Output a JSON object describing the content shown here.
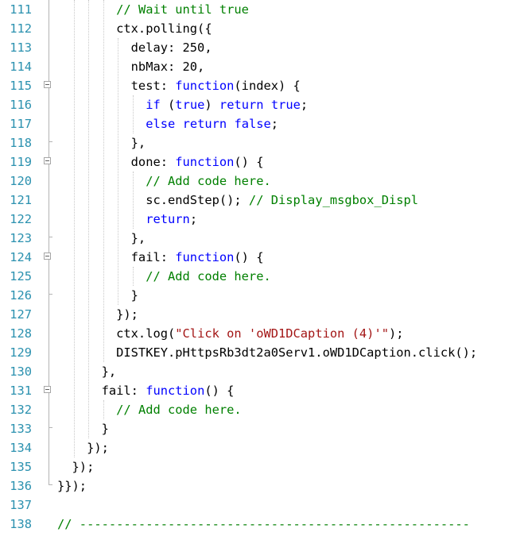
{
  "editor": {
    "colors": {
      "line_number": "#2B91AF",
      "keyword": "#0000FF",
      "comment": "#008000",
      "string": "#A31515",
      "default": "#000000"
    },
    "lines": [
      {
        "n": "111",
        "fold": false,
        "tokens": [
          {
            "t": "        ",
            "k": "p"
          },
          {
            "t": "// Wait until true",
            "k": "c"
          }
        ]
      },
      {
        "n": "112",
        "fold": false,
        "tokens": [
          {
            "t": "        ctx.polling({",
            "k": "p"
          }
        ]
      },
      {
        "n": "113",
        "fold": false,
        "tokens": [
          {
            "t": "          delay: 250,",
            "k": "p"
          }
        ]
      },
      {
        "n": "114",
        "fold": false,
        "tokens": [
          {
            "t": "          nbMax: 20,",
            "k": "p"
          }
        ]
      },
      {
        "n": "115",
        "fold": true,
        "tokens": [
          {
            "t": "          test: ",
            "k": "p"
          },
          {
            "t": "function",
            "k": "k"
          },
          {
            "t": "(index) {",
            "k": "p"
          }
        ]
      },
      {
        "n": "116",
        "fold": false,
        "tokens": [
          {
            "t": "            ",
            "k": "p"
          },
          {
            "t": "if",
            "k": "k"
          },
          {
            "t": " (",
            "k": "p"
          },
          {
            "t": "true",
            "k": "k"
          },
          {
            "t": ") ",
            "k": "p"
          },
          {
            "t": "return",
            "k": "k"
          },
          {
            "t": " ",
            "k": "p"
          },
          {
            "t": "true",
            "k": "k"
          },
          {
            "t": ";",
            "k": "p"
          }
        ]
      },
      {
        "n": "117",
        "fold": false,
        "tokens": [
          {
            "t": "            ",
            "k": "p"
          },
          {
            "t": "else",
            "k": "k"
          },
          {
            "t": " ",
            "k": "p"
          },
          {
            "t": "return",
            "k": "k"
          },
          {
            "t": " ",
            "k": "p"
          },
          {
            "t": "false",
            "k": "k"
          },
          {
            "t": ";",
            "k": "p"
          }
        ]
      },
      {
        "n": "118",
        "fold": false,
        "tokens": [
          {
            "t": "          },",
            "k": "p"
          }
        ]
      },
      {
        "n": "119",
        "fold": true,
        "tokens": [
          {
            "t": "          done: ",
            "k": "p"
          },
          {
            "t": "function",
            "k": "k"
          },
          {
            "t": "() {",
            "k": "p"
          }
        ]
      },
      {
        "n": "120",
        "fold": false,
        "tokens": [
          {
            "t": "            ",
            "k": "p"
          },
          {
            "t": "// Add code here.",
            "k": "c"
          }
        ]
      },
      {
        "n": "121",
        "fold": false,
        "tokens": [
          {
            "t": "            sc.endStep(); ",
            "k": "p"
          },
          {
            "t": "// Display_msgbox_Displ",
            "k": "c"
          }
        ]
      },
      {
        "n": "122",
        "fold": false,
        "tokens": [
          {
            "t": "            ",
            "k": "p"
          },
          {
            "t": "return",
            "k": "k"
          },
          {
            "t": ";",
            "k": "p"
          }
        ]
      },
      {
        "n": "123",
        "fold": false,
        "tokens": [
          {
            "t": "          },",
            "k": "p"
          }
        ]
      },
      {
        "n": "124",
        "fold": true,
        "tokens": [
          {
            "t": "          fail: ",
            "k": "p"
          },
          {
            "t": "function",
            "k": "k"
          },
          {
            "t": "() {",
            "k": "p"
          }
        ]
      },
      {
        "n": "125",
        "fold": false,
        "tokens": [
          {
            "t": "            ",
            "k": "p"
          },
          {
            "t": "// Add code here.",
            "k": "c"
          }
        ]
      },
      {
        "n": "126",
        "fold": false,
        "tokens": [
          {
            "t": "          }",
            "k": "p"
          }
        ]
      },
      {
        "n": "127",
        "fold": false,
        "tokens": [
          {
            "t": "        });",
            "k": "p"
          }
        ]
      },
      {
        "n": "128",
        "fold": false,
        "tokens": [
          {
            "t": "        ctx.log(",
            "k": "p"
          },
          {
            "t": "\"Click on 'oWD1DCaption (4)'\"",
            "k": "s"
          },
          {
            "t": ");",
            "k": "p"
          }
        ]
      },
      {
        "n": "129",
        "fold": false,
        "tokens": [
          {
            "t": "        DISTKEY.pHttpsRb3dt2a0Serv1.oWD1DCaption.click();",
            "k": "p"
          }
        ]
      },
      {
        "n": "130",
        "fold": false,
        "tokens": [
          {
            "t": "      },",
            "k": "p"
          }
        ]
      },
      {
        "n": "131",
        "fold": true,
        "tokens": [
          {
            "t": "      fail: ",
            "k": "p"
          },
          {
            "t": "function",
            "k": "k"
          },
          {
            "t": "() {",
            "k": "p"
          }
        ]
      },
      {
        "n": "132",
        "fold": false,
        "tokens": [
          {
            "t": "        ",
            "k": "p"
          },
          {
            "t": "// Add code here.",
            "k": "c"
          }
        ]
      },
      {
        "n": "133",
        "fold": false,
        "tokens": [
          {
            "t": "      }",
            "k": "p"
          }
        ]
      },
      {
        "n": "134",
        "fold": false,
        "tokens": [
          {
            "t": "    });",
            "k": "p"
          }
        ]
      },
      {
        "n": "135",
        "fold": false,
        "tokens": [
          {
            "t": "  });",
            "k": "p"
          }
        ]
      },
      {
        "n": "136",
        "fold": false,
        "tokens": [
          {
            "t": "}});",
            "k": "p"
          }
        ]
      },
      {
        "n": "137",
        "fold": false,
        "tokens": []
      },
      {
        "n": "138",
        "fold": false,
        "tokens": [
          {
            "t": "// -----------------------------------------------------",
            "k": "c"
          }
        ]
      }
    ]
  }
}
